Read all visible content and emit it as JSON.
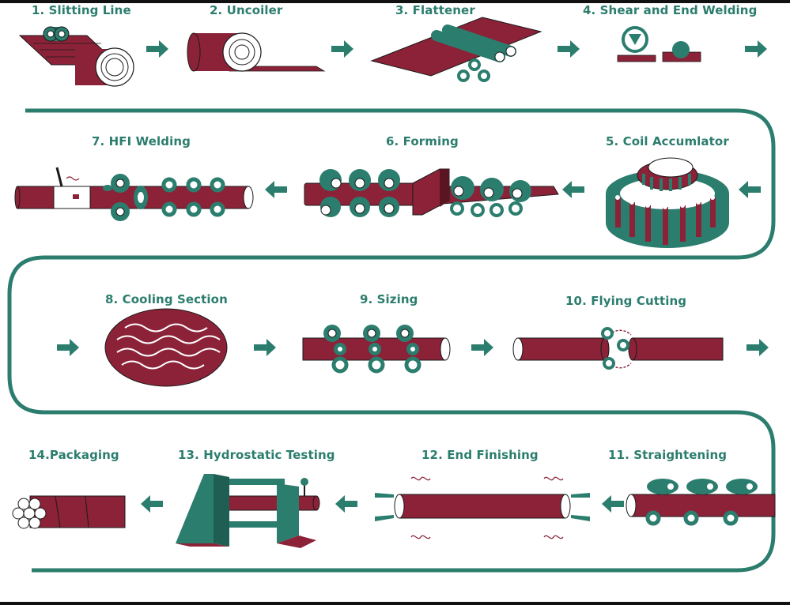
{
  "colors": {
    "maroon": "#8b2238",
    "teal": "#2b7d6e",
    "outline": "#1b1b1b",
    "background": "#ffffff"
  },
  "steps": [
    {
      "label": "1. Slitting Line"
    },
    {
      "label": "2. Uncoiler"
    },
    {
      "label": "3. Flattener"
    },
    {
      "label": "4. Shear and End Welding"
    },
    {
      "label": "5. Coil Accumlator"
    },
    {
      "label": "6. Forming"
    },
    {
      "label": "7. HFI Welding"
    },
    {
      "label": "8. Cooling Section"
    },
    {
      "label": "9. Sizing"
    },
    {
      "label": "10. Flying Cutting"
    },
    {
      "label": "11. Straightening"
    },
    {
      "label": "12. End Finishing"
    },
    {
      "label": "13. Hydrostatic Testing"
    },
    {
      "label": "14.Packaging"
    }
  ]
}
